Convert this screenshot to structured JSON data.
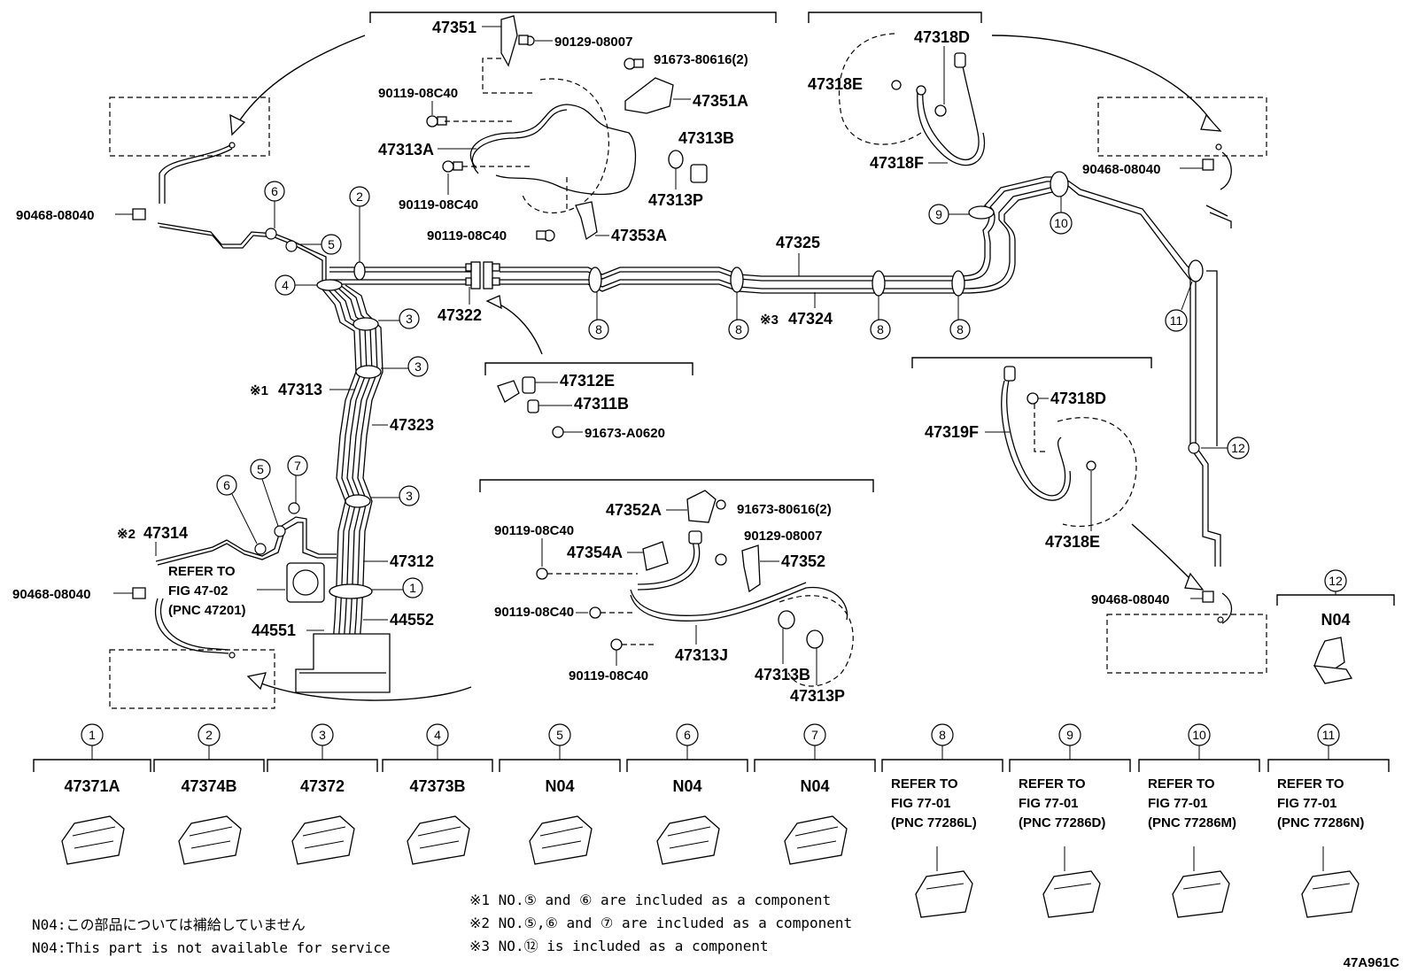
{
  "part_labels": {
    "p47351": "47351",
    "p90129_08007_top": "90129-08007",
    "p91673_80616_top": "91673-80616(2)",
    "p90119_08C40_a": "90119-08C40",
    "p47351A": "47351A",
    "p47313A": "47313A",
    "p47313B_top": "47313B",
    "p90119_08C40_b": "90119-08C40",
    "p47313P_top": "47313P",
    "p90119_08C40_c": "90119-08C40",
    "p47353A": "47353A",
    "p47318D_top": "47318D",
    "p47318E_top": "47318E",
    "p47318F": "47318F",
    "p90468_08040_tr": "90468-08040",
    "p90468_08040_tl": "90468-08040",
    "p47325": "47325",
    "p47324": "47324",
    "p47324_mark": "※3",
    "p47322": "47322",
    "p47313": "47313",
    "p47313_mark": "※1",
    "p47323": "47323",
    "p47312E": "47312E",
    "p47311B": "47311B",
    "p91673_A0620": "91673-A0620",
    "p47318D_mid": "47318D",
    "p47319F": "47319F",
    "p47318E_mid": "47318E",
    "p47314": "47314",
    "p47314_mark": "※2",
    "p90468_08040_ml": "90468-08040",
    "p47312": "47312",
    "p44551": "44551",
    "p44552": "44552",
    "p47352A": "47352A",
    "p91673_80616_mid": "91673-80616(2)",
    "p90119_08C40_d": "90119-08C40",
    "p90129_08007_mid": "90129-08007",
    "p47354A": "47354A",
    "p47352": "47352",
    "p90119_08C40_e": "90119-08C40",
    "p47313J": "47313J",
    "p90119_08C40_f": "90119-08C40",
    "p47313B_mid": "47313B",
    "p47313P_mid": "47313P",
    "p90468_08040_mr": "90468-08040"
  },
  "refer_fig": [
    "REFER TO",
    "FIG 47-02",
    "(PNC 47201)"
  ],
  "callouts": {
    "c1": "1",
    "c2": "2",
    "c3a": "3",
    "c3b": "3",
    "c3c": "3",
    "c4": "4",
    "c5a": "5",
    "c5b": "5",
    "c6a": "6",
    "c6b": "6",
    "c7": "7",
    "c8a": "8",
    "c8b": "8",
    "c8c": "8",
    "c8d": "8",
    "c9": "9",
    "c10": "10",
    "c11": "11",
    "c12": "12"
  },
  "legend": [
    {
      "num": "1",
      "part": "47371A"
    },
    {
      "num": "2",
      "part": "47374B"
    },
    {
      "num": "3",
      "part": "47372"
    },
    {
      "num": "4",
      "part": "47373B"
    },
    {
      "num": "5",
      "part": "N04"
    },
    {
      "num": "6",
      "part": "N04"
    },
    {
      "num": "7",
      "part": "N04"
    },
    {
      "num": "8",
      "ref": [
        "REFER TO",
        "FIG 77-01",
        "(PNC 77286L)"
      ]
    },
    {
      "num": "9",
      "ref": [
        "REFER TO",
        "FIG 77-01",
        "(PNC 77286D)"
      ]
    },
    {
      "num": "10",
      "ref": [
        "REFER TO",
        "FIG 77-01",
        "(PNC 77286M)"
      ]
    },
    {
      "num": "11",
      "ref": [
        "REFER TO",
        "FIG 77-01",
        "(PNC 77286N)"
      ]
    }
  ],
  "legend_12": {
    "num": "12",
    "part": "N04"
  },
  "notes": {
    "n04_jp": "N04:この部品については補給していません",
    "n04_en": "N04:This part is not available for service",
    "note1": "※1 NO.⑤ and ⑥ are included as a component",
    "note2": "※2 NO.⑤,⑥ and ⑦ are included as a component",
    "note3": "※3 NO.⑫ is included as a component"
  },
  "figure_code": "47A961C"
}
